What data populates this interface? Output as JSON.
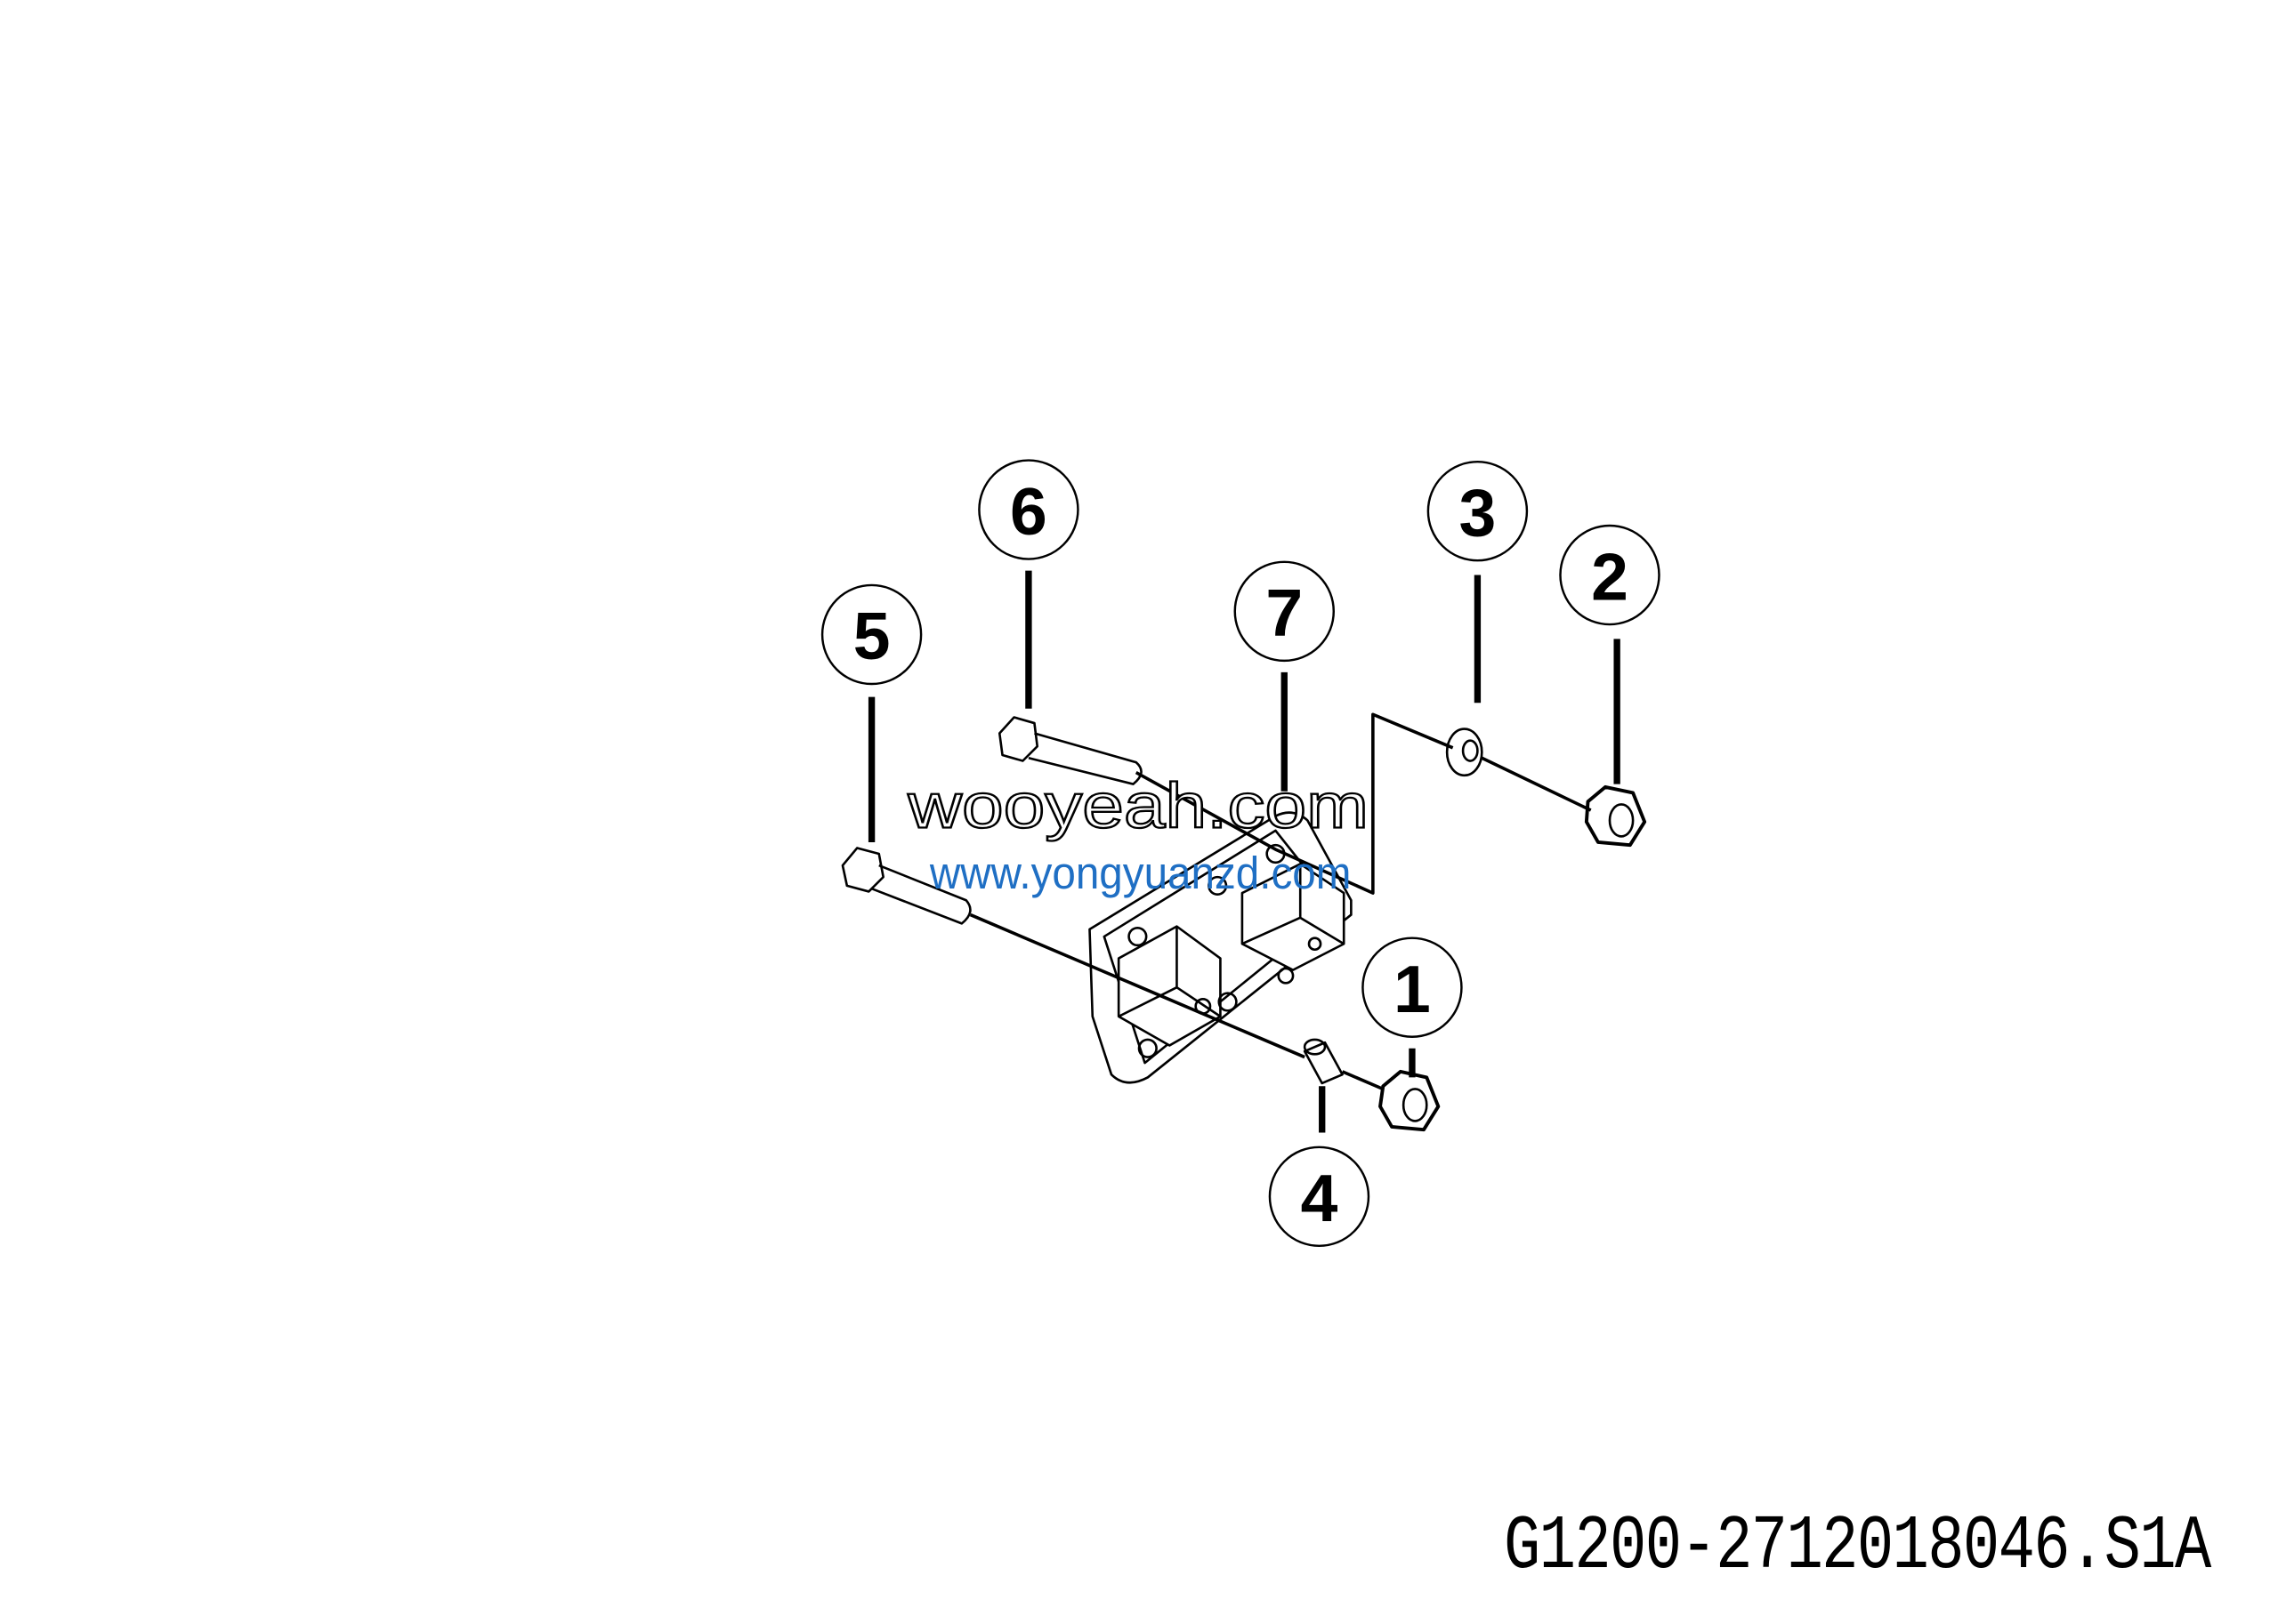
{
  "callouts": [
    "1",
    "2",
    "3",
    "4",
    "5",
    "6",
    "7"
  ],
  "watermarks": {
    "outline": "wooyeah.com",
    "blue": "www.yongyuanzd.com"
  },
  "part_code": "G1200-2712018046.S1A",
  "colors": {
    "line": "#000000",
    "watermark_blue": "#1f6fc4"
  }
}
